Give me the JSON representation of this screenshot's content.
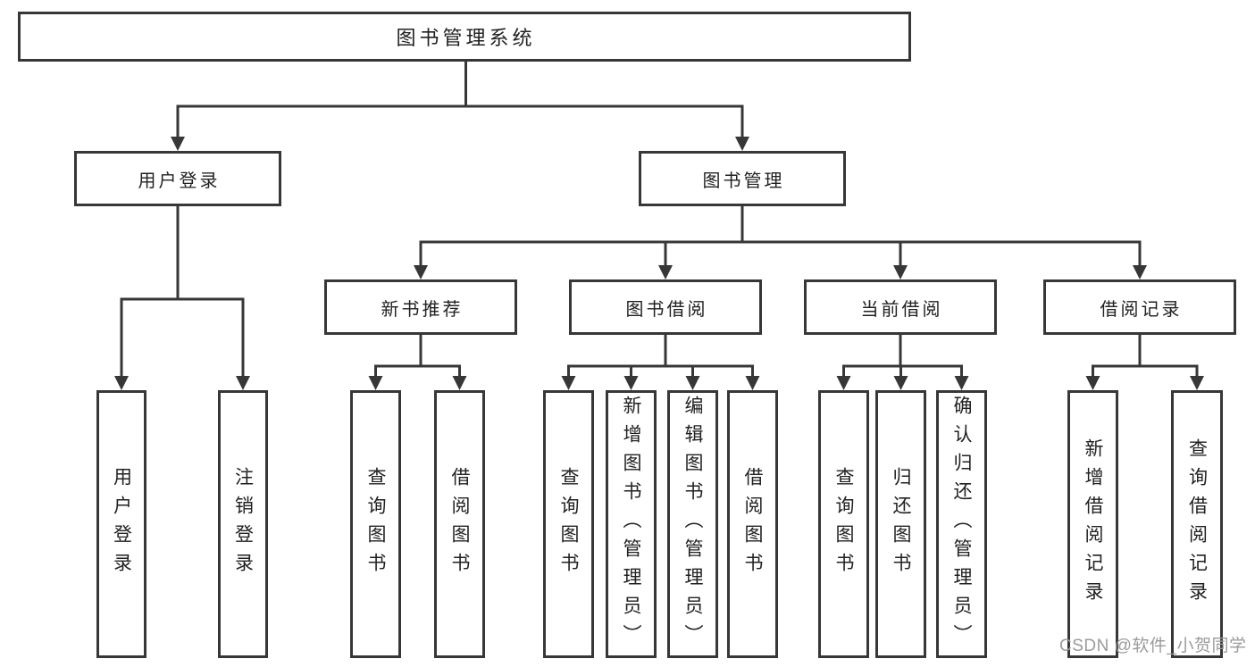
{
  "diagram": {
    "tree": {
      "label": "图书管理系统",
      "children": [
        {
          "label": "用户登录",
          "children": [
            {
              "label": "用户登录"
            },
            {
              "label": "注销登录"
            }
          ]
        },
        {
          "label": "图书管理",
          "children": [
            {
              "label": "新书推荐",
              "children": [
                {
                  "label": "查询图书"
                },
                {
                  "label": "借阅图书"
                }
              ]
            },
            {
              "label": "图书借阅",
              "children": [
                {
                  "label": "查询图书"
                },
                {
                  "label": "新增图书（管理员）"
                },
                {
                  "label": "编辑图书（管理员）"
                },
                {
                  "label": "借阅图书"
                }
              ]
            },
            {
              "label": "当前借阅",
              "children": [
                {
                  "label": "查询图书"
                },
                {
                  "label": "归还图书"
                },
                {
                  "label": "确认归还（管理员）"
                }
              ]
            },
            {
              "label": "借阅记录",
              "children": [
                {
                  "label": "新增借阅记录"
                },
                {
                  "label": "查询借阅记录"
                }
              ]
            }
          ]
        }
      ]
    },
    "watermark": "CSDN @软件_小贺同学",
    "colors": {
      "line": "#373737",
      "text": "#212121",
      "watermark": "#9b9b9b",
      "background": "#ffffff"
    }
  }
}
